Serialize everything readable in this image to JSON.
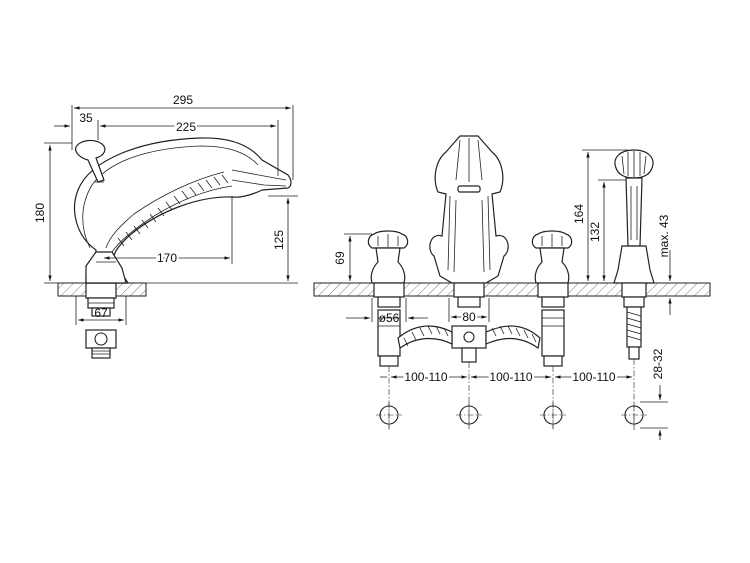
{
  "dimensions": {
    "spout_total_length": "295",
    "handle_offset": "35",
    "spout_length": "225",
    "spout_height": "180",
    "spout_outlet_height": "125",
    "spout_reach": "170",
    "spout_base_width": "67",
    "handle_height": "69",
    "handle_base_diameter": "ø56",
    "diverter_width": "80",
    "shower_height": "164",
    "shower_holder_height": "132",
    "deck_thickness": "max. 43",
    "hole_spacing_1": "100-110",
    "hole_spacing_2": "100-110",
    "hole_spacing_3": "100-110",
    "hole_diameter": "28-32"
  }
}
